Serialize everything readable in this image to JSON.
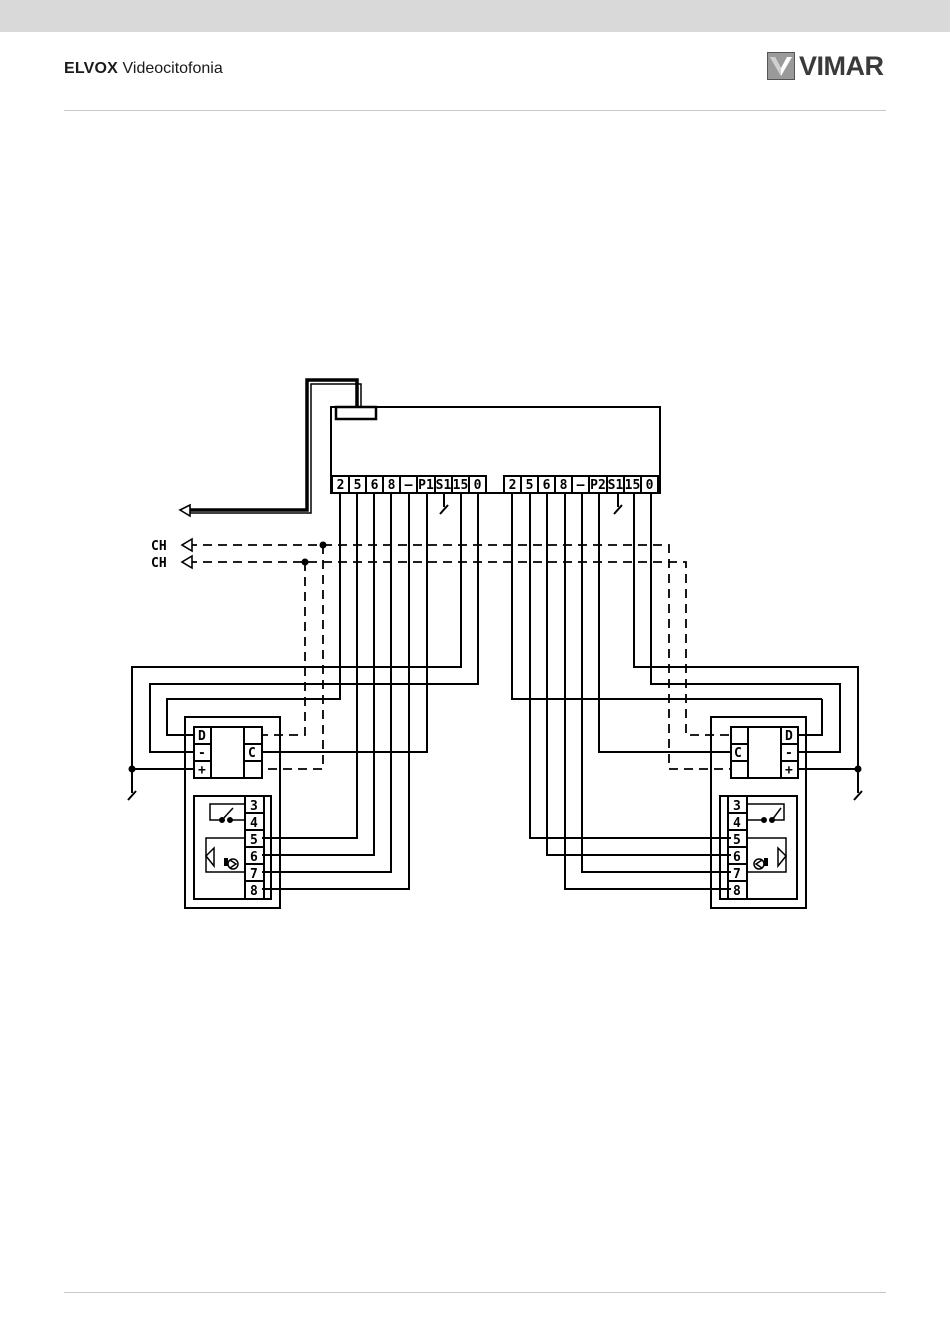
{
  "header": {
    "brand_bold": "ELVOX",
    "brand_rest": "Videocitofonia",
    "logo_text": "VIMAR",
    "logo_mark": "vimar-logo-mark"
  },
  "diagram": {
    "unit_terminals_left": [
      "2",
      "5",
      "6",
      "8",
      "–",
      "P1",
      "S1",
      "15",
      "0"
    ],
    "unit_terminals_right": [
      "2",
      "5",
      "6",
      "8",
      "–",
      "P2",
      "S1",
      "15",
      "0"
    ],
    "ch_labels": [
      "CH",
      "CH"
    ],
    "left_relay": {
      "left": [
        "D",
        "-",
        "+"
      ],
      "right": [
        "C"
      ]
    },
    "right_relay": {
      "left": [
        "C"
      ],
      "right": [
        "D",
        "-",
        "+"
      ]
    },
    "handset_terminals": [
      "3",
      "4",
      "5",
      "6",
      "7",
      "8"
    ]
  }
}
